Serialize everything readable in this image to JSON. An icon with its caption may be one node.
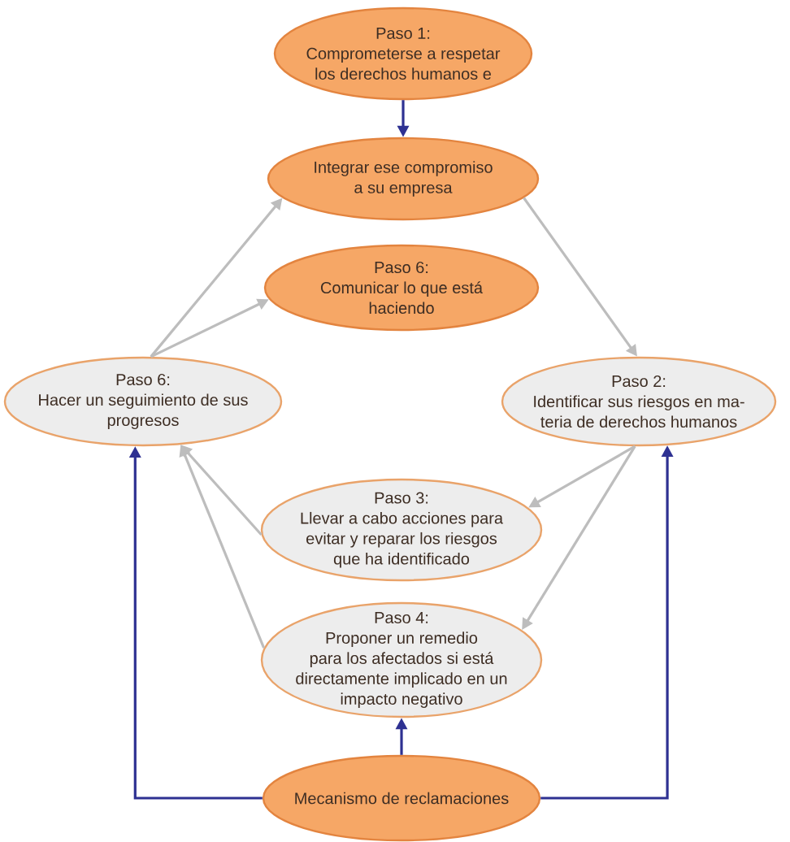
{
  "diagram": {
    "nodes": [
      {
        "text": [
          "Paso 1:",
          "Comprometerse a respetar los derechos humanos e"
        ]
      },
      {
        "text": [
          "Integrar ese compromiso a su empresa"
        ]
      },
      {
        "text": [
          "Paso 6:",
          "Comunicar lo que está haciendo"
        ]
      },
      {
        "text": [
          "Paso 6:",
          "Hacer un seguimiento de sus progresos"
        ]
      },
      {
        "text": [
          "Paso 2:",
          "Identificar sus riesgos en ma- teria de derechos humanos"
        ]
      },
      {
        "text": [
          "Paso 3:",
          "Llevar a cabo acciones para evitar y reparar los riesgos que ha identificado"
        ]
      },
      {
        "text": [
          "Paso 4:",
          "Proponer un remedio para los afectados si está directamente implicado en un impacto negativo"
        ]
      },
      {
        "text": [
          "Mecanismo de reclamaciones"
        ]
      }
    ],
    "edges": [
      {
        "from": 0,
        "to": 1,
        "arrow": "to",
        "color": "#2e3192"
      },
      {
        "from": 1,
        "to": 4,
        "arrow": "to"
      },
      {
        "from": 3,
        "to": 1,
        "arrow": "to"
      },
      {
        "from": 3,
        "to": 2,
        "arrow": "to"
      },
      {
        "from": 4,
        "to": 5,
        "arrow": "to"
      },
      {
        "from": 4,
        "to": 6,
        "arrow": "to"
      },
      {
        "from": 5,
        "to": 3,
        "arrow": "to"
      },
      {
        "from": 6,
        "to": 3,
        "arrow": "to"
      },
      {
        "from": 7,
        "to": 6,
        "arrow": "to",
        "color": "#2e3192"
      },
      {
        "from": 7,
        "to": 3,
        "arrow": "to",
        "color": "#2e3192"
      },
      {
        "from": 7,
        "to": 4,
        "arrow": "to",
        "color": "#2e3192"
      }
    ]
  }
}
